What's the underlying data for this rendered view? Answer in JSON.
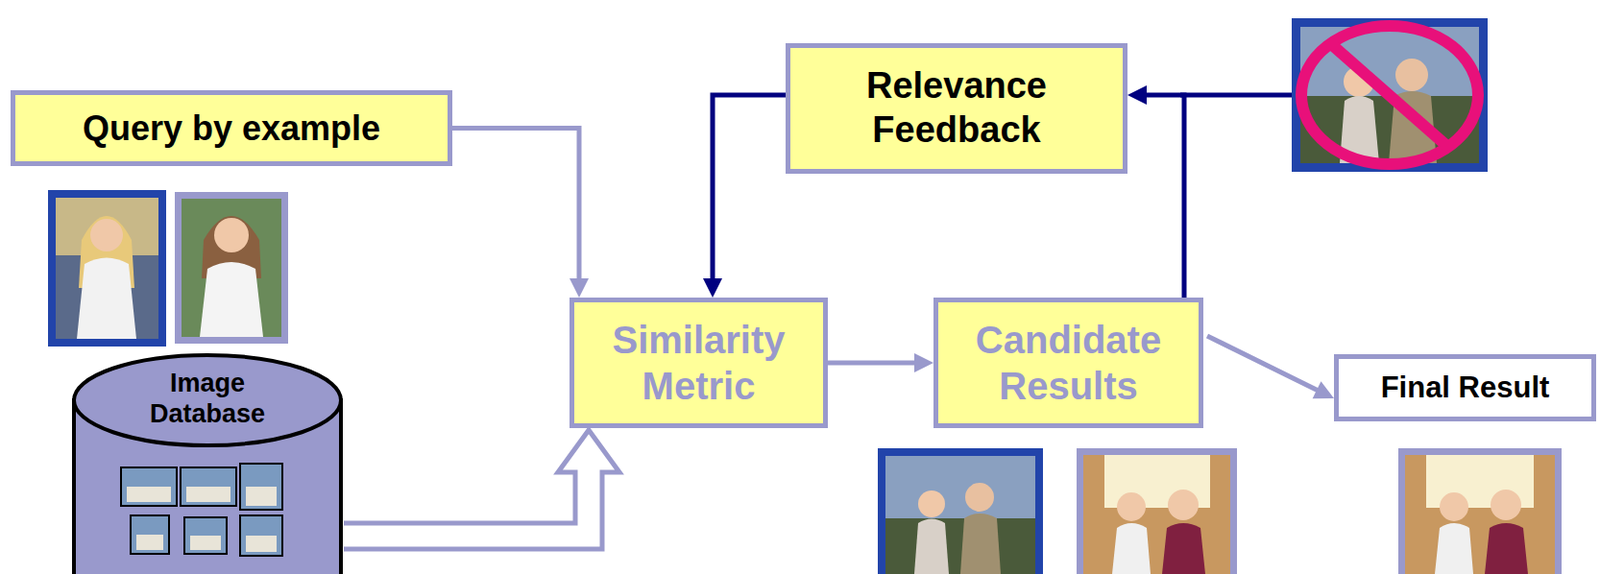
{
  "diagram": {
    "nodes": [
      {
        "text": [
          "Query by example"
        ]
      },
      {
        "text": [
          "Relevance Feedback"
        ]
      },
      {
        "text": [
          "Similarity Metric"
        ]
      },
      {
        "text": [
          "Candidate Results"
        ]
      },
      {
        "text": [
          "Final Result"
        ]
      },
      {
        "text": [
          "Image Database"
        ]
      }
    ],
    "edges": [
      {
        "from": 0,
        "to": 2,
        "arrow": "to"
      },
      {
        "from": 1,
        "to": 2,
        "arrow": "to"
      },
      {
        "from": 2,
        "to": 3,
        "arrow": "to"
      },
      {
        "from": 3,
        "to": 4,
        "arrow": "to"
      },
      {
        "from": 3,
        "to": 1,
        "arrow": "to"
      },
      {
        "from": 5,
        "to": 2,
        "arrow": "to"
      }
    ]
  }
}
